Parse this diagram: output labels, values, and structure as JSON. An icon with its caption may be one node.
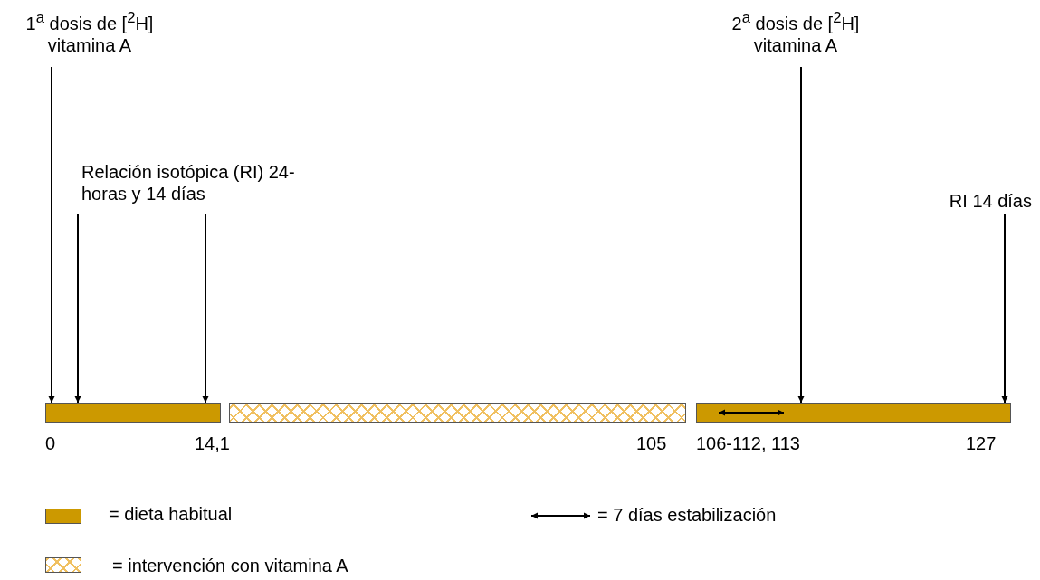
{
  "diagram": {
    "nodes": [
      {
        "text": [
          "1$^{a}$ dosis de [$^{2}$H] vitamina A"
        ]
      },
      {
        "text": [
          "Relación isotópica (RI) 24-horas y 14 días"
        ]
      },
      {
        "text": [
          "2$^{a}$ dosis de [$^{2}$H] vitamina A"
        ]
      },
      {
        "text": [
          "RI 14 días"
        ]
      },
      {
        "text": [],
        "shape": "bar"
      },
      {
        "text": [],
        "shape": "bar"
      },
      {
        "text": [],
        "shape": "bar"
      }
    ],
    "edges": [
      {
        "from": 0,
        "to": 4,
        "arrow": "to"
      },
      {
        "from": 1,
        "to": 4,
        "arrow": "to"
      },
      {
        "from": 1,
        "to": 4,
        "arrow": "to"
      },
      {
        "from": 2,
        "to": 6,
        "arrow": "to"
      },
      {
        "from": 3,
        "to": 6,
        "arrow": "to"
      }
    ],
    "labels": [
      "0",
      "14,1",
      "105",
      "106-112, 113",
      "127"
    ],
    "legend": [
      {
        "text": "= dieta habitual",
        "color": "#cc9900"
      },
      {
        "text": "= 7 días estabilización"
      },
      {
        "text": "= intervención con vitamina A"
      }
    ]
  }
}
